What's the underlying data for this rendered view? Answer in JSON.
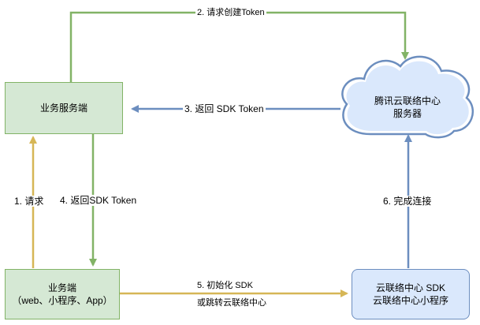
{
  "nodes": {
    "business_server": {
      "label": "业务服务端"
    },
    "tencent_cloud": {
      "line1": "腾讯云联络中心",
      "line2": "服务器"
    },
    "business_client": {
      "line1": "业务端",
      "line2": "（web、小程序、App）"
    },
    "sdk": {
      "line1": "云联络中心 SDK",
      "line2": "云联络中心小程序"
    }
  },
  "edges": {
    "step1": "1. 请求",
    "step2": "2. 请求创建Token",
    "step3": "3. 返回 SDK Token",
    "step4": "4. 返回SDK Token",
    "step5_line1": "5. 初始化 SDK",
    "step5_line2": "或跳转云联络中心",
    "step6": "6. 完成连接"
  },
  "colors": {
    "green_line": "#82b366",
    "blue_line": "#6c8ebf",
    "yellow_line": "#d6b656",
    "green_fill": "#d5e8d4",
    "blue_fill": "#dae8fc"
  }
}
